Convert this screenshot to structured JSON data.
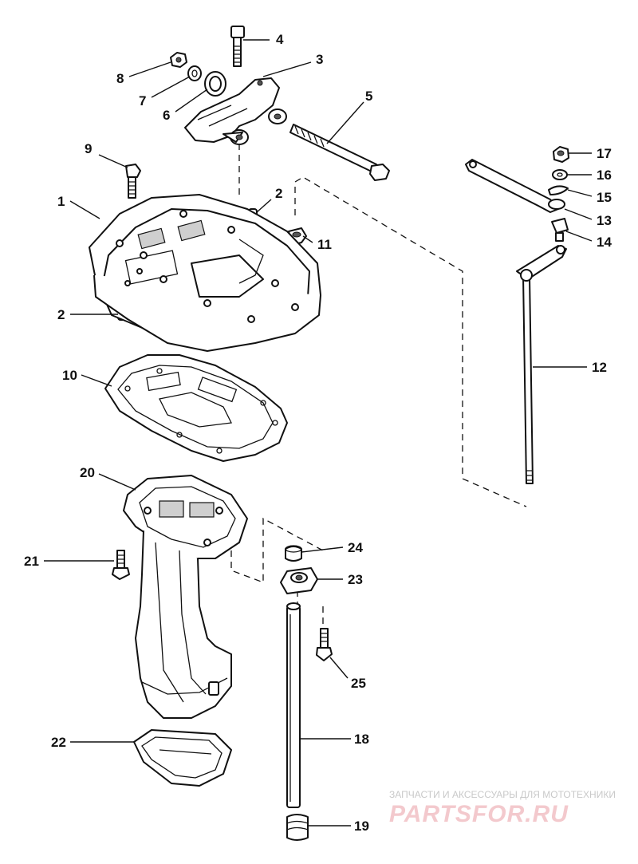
{
  "callouts": {
    "c1": "1",
    "c2a": "2",
    "c2b": "2",
    "c3": "3",
    "c4": "4",
    "c5": "5",
    "c6": "6",
    "c7": "7",
    "c8": "8",
    "c9": "9",
    "c10": "10",
    "c11": "11",
    "c12": "12",
    "c13": "13",
    "c14": "14",
    "c15": "15",
    "c16": "16",
    "c17": "17",
    "c18": "18",
    "c19": "19",
    "c20": "20",
    "c21": "21",
    "c22": "22",
    "c23": "23",
    "c24": "24",
    "c25": "25"
  },
  "watermark": {
    "caption": "ЗАПЧАСТИ И АКСЕССУАРЫ ДЛЯ МОТОТЕХНИКИ",
    "logo": "PARTSFOR.RU"
  }
}
